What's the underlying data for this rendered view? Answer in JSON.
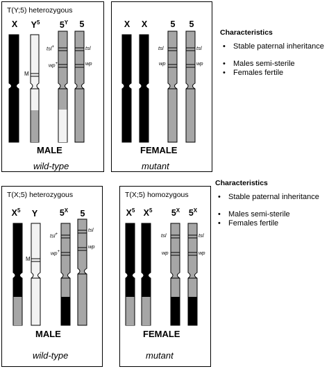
{
  "panels": {
    "top_left": {
      "title": "T(Y;5) heterozygous",
      "sex": "MALE",
      "footer": "wild-type",
      "labels": {
        "c1": "X",
        "c2": "Y",
        "c2_sup": "5",
        "c3": "5",
        "c3_sup": "Y",
        "c4": "5"
      },
      "marks": {
        "tsl_a": "tsl",
        "tsl_a_sup": "+",
        "tsl_b": "tsl",
        "wp_a": "wp",
        "wp_a_sup": "+",
        "wp_b": "wp",
        "m": "M"
      }
    },
    "top_right": {
      "title": "",
      "sex": "FEMALE",
      "footer": "mutant",
      "labels": {
        "c1": "X",
        "c2": "X",
        "c3": "5",
        "c4": "5"
      },
      "marks": {
        "tsl_a": "tsl",
        "tsl_b": "tsl",
        "wp_a": "wp",
        "wp_b": "wp"
      }
    },
    "bottom_left": {
      "title": "T(X;5) heterozygous",
      "sex": "MALE",
      "footer": "wild-type",
      "labels": {
        "c1": "X",
        "c1_sup": "5",
        "c2": "Y",
        "c3": "5",
        "c3_sup": "X",
        "c4": "5"
      },
      "marks": {
        "tsl_a": "tsl",
        "tsl_a_sup": "+",
        "tsl_b": "tsl",
        "wp_a": "wp",
        "wp_a_sup": "+",
        "wp_b": "wp",
        "m": "M"
      }
    },
    "bottom_right": {
      "title": "T(X;5) homozygous",
      "sex": "FEMALE",
      "footer": "mutant",
      "labels": {
        "c1": "X",
        "c1_sup": "5",
        "c2": "X",
        "c2_sup": "5",
        "c3": "5",
        "c3_sup": "X",
        "c4": "5",
        "c4_sup": "X"
      },
      "marks": {
        "tsl_a": "tsl",
        "tsl_b": "tsl",
        "wp_a": "wp",
        "wp_b": "wp"
      }
    }
  },
  "characteristics_top": {
    "title": "Characteristics",
    "items": [
      "Stable paternal inheritance",
      "Males semi-sterile",
      "Females fertile"
    ]
  },
  "characteristics_bottom": {
    "title": "Characteristics",
    "items": [
      "Stable paternal inheritance",
      "Males semi-sterile",
      "Females fertile"
    ]
  },
  "colors": {
    "black": "#000000",
    "gray": "#a6a6a6",
    "light": "#f2f2f2"
  }
}
